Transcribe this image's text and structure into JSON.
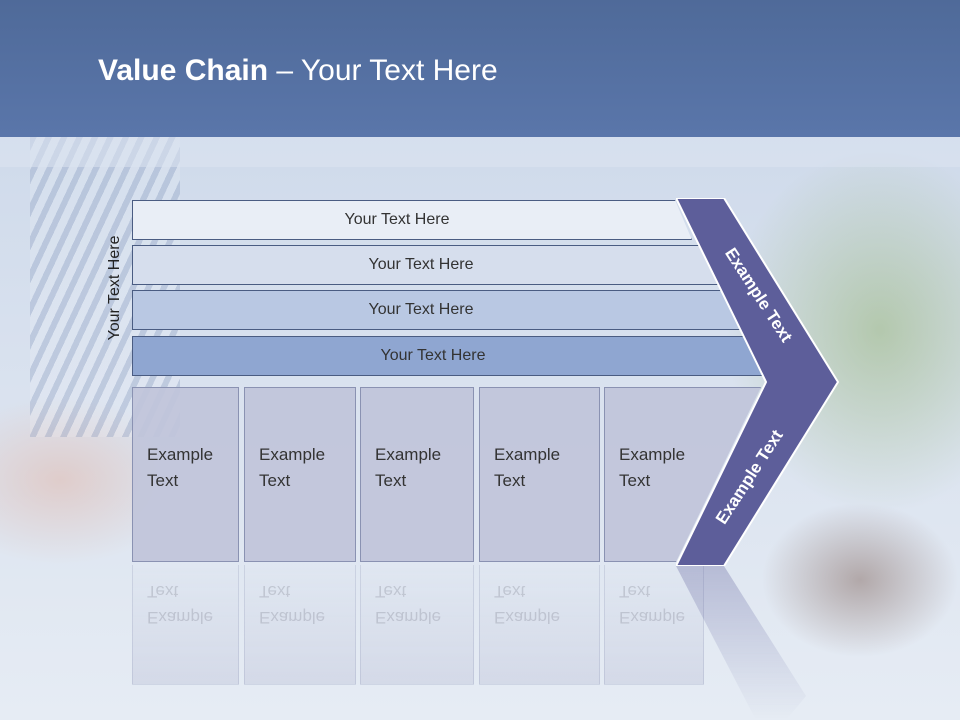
{
  "slide": {
    "title_bold": "Value Chain",
    "title_rest": " – Your Text Here",
    "vertical_label": "Your Text Here"
  },
  "bars": [
    {
      "label": "Your Text Here",
      "color": "#e9eef6"
    },
    {
      "label": "Your Text Here",
      "color": "#d6deed"
    },
    {
      "label": "Your Text Here",
      "color": "#b9c8e3"
    },
    {
      "label": "Your Text Here",
      "color": "#8fa6d1"
    }
  ],
  "boxes": [
    {
      "line1": "Example",
      "line2": "Text"
    },
    {
      "line1": "Example",
      "line2": "Text"
    },
    {
      "line1": "Example",
      "line2": "Text"
    },
    {
      "line1": "Example",
      "line2": "Text"
    },
    {
      "line1": "Example",
      "line2": "Text"
    }
  ],
  "chevron": {
    "upper_label": "Example Text",
    "lower_label": "Example Text",
    "fill": "#5d5e9a",
    "stroke": "#ffffff"
  },
  "colors": {
    "header": "#5a76aa",
    "box_fill": "#c0c4da"
  }
}
